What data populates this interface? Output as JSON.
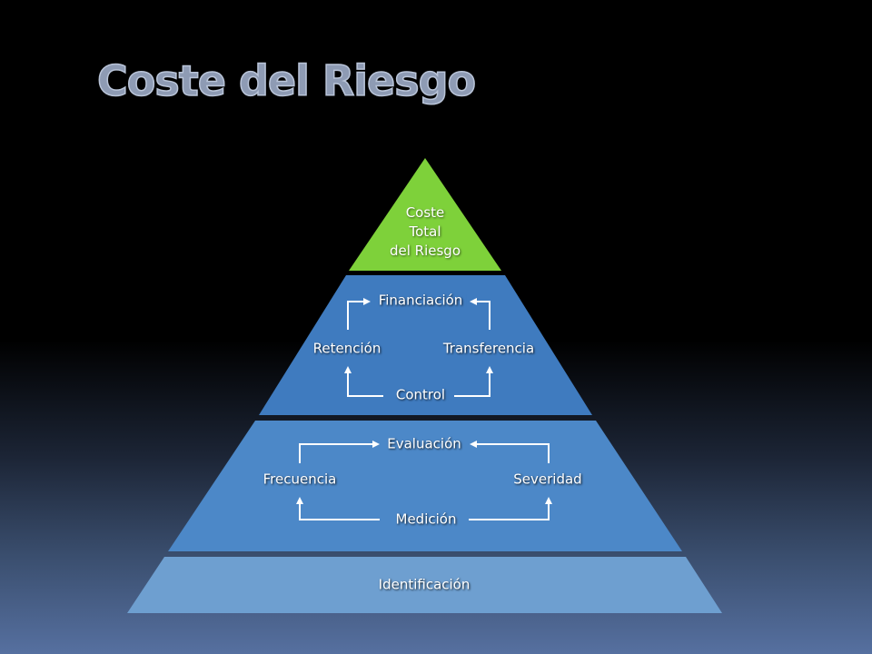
{
  "slide": {
    "title": "Coste del Riesgo"
  },
  "pyramid": {
    "apex": {
      "line1": "Coste",
      "line2": "Total",
      "line3": "del Riesgo",
      "color": "#7ed13a"
    },
    "level2": {
      "color": "#3f7bbf",
      "top": "Financiación",
      "left": "Retención",
      "right": "Transferencia",
      "bottom": "Control"
    },
    "level3": {
      "color": "#4c88c8",
      "top": "Evaluación",
      "left": "Frecuencia",
      "right": "Severidad",
      "bottom": "Medición"
    },
    "base": {
      "color": "#6e9fd0",
      "label": "Identificación"
    }
  }
}
